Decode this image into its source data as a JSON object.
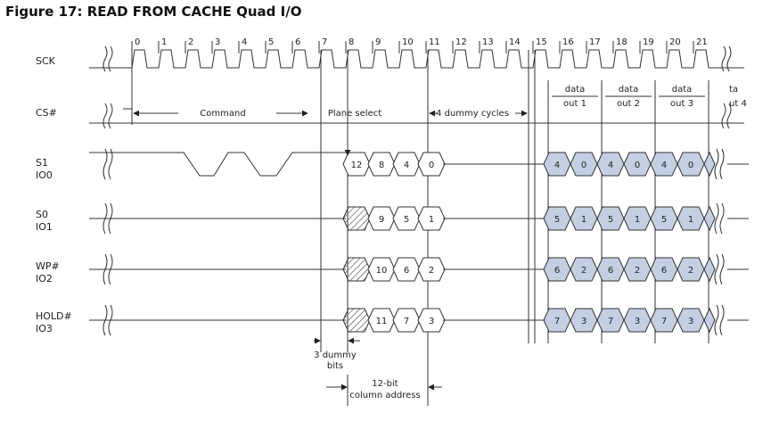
{
  "title": "Figure 17: READ FROM CACHE Quad I/O",
  "signals": [
    {
      "key": "sck",
      "lines": [
        "SCK"
      ]
    },
    {
      "key": "cs",
      "lines": [
        "CS#"
      ]
    },
    {
      "key": "io0",
      "lines": [
        "S1",
        "IO0"
      ]
    },
    {
      "key": "io1",
      "lines": [
        "S0",
        "IO1"
      ]
    },
    {
      "key": "io2",
      "lines": [
        "WP#",
        "IO2"
      ]
    },
    {
      "key": "io3",
      "lines": [
        "HOLD#",
        "IO3"
      ]
    }
  ],
  "cycles": [
    "0",
    "1",
    "2",
    "3",
    "4",
    "5",
    "6",
    "7",
    "8",
    "9",
    "10",
    "11",
    "12",
    "13",
    "14",
    "15",
    "16",
    "17",
    "18",
    "19",
    "20",
    "21"
  ],
  "annotations": {
    "command": "Command",
    "plane_select": "Plane select",
    "dummy_cycles": "4 dummy cycles",
    "data_outputs": [
      {
        "top": "data",
        "bottom": "out 1"
      },
      {
        "top": "data",
        "bottom": "out 2"
      },
      {
        "top": "data",
        "bottom": "out 3"
      }
    ],
    "data_out4_top": "ta",
    "data_out4_bottom": "ut 4",
    "dummy_bits_line1": "3 dummy",
    "dummy_bits_line2": "bits",
    "column_line1": "12-bit",
    "column_line2": "column address"
  },
  "io_values": {
    "io0": {
      "addr": [
        "12",
        "8",
        "4",
        "0"
      ],
      "data": [
        "4",
        "0",
        "4",
        "0",
        "4",
        "0"
      ]
    },
    "io1": {
      "addr": [
        "9",
        "5",
        "1"
      ],
      "data": [
        "5",
        "1",
        "5",
        "1",
        "5",
        "1"
      ]
    },
    "io2": {
      "addr": [
        "10",
        "6",
        "2"
      ],
      "data": [
        "6",
        "2",
        "6",
        "2",
        "6",
        "2"
      ]
    },
    "io3": {
      "addr": [
        "11",
        "7",
        "3"
      ],
      "data": [
        "7",
        "3",
        "7",
        "3",
        "7",
        "3"
      ]
    }
  },
  "colors": {
    "data_fill": "#c5cfe3",
    "hatch": "#444444",
    "line": "#333333"
  }
}
